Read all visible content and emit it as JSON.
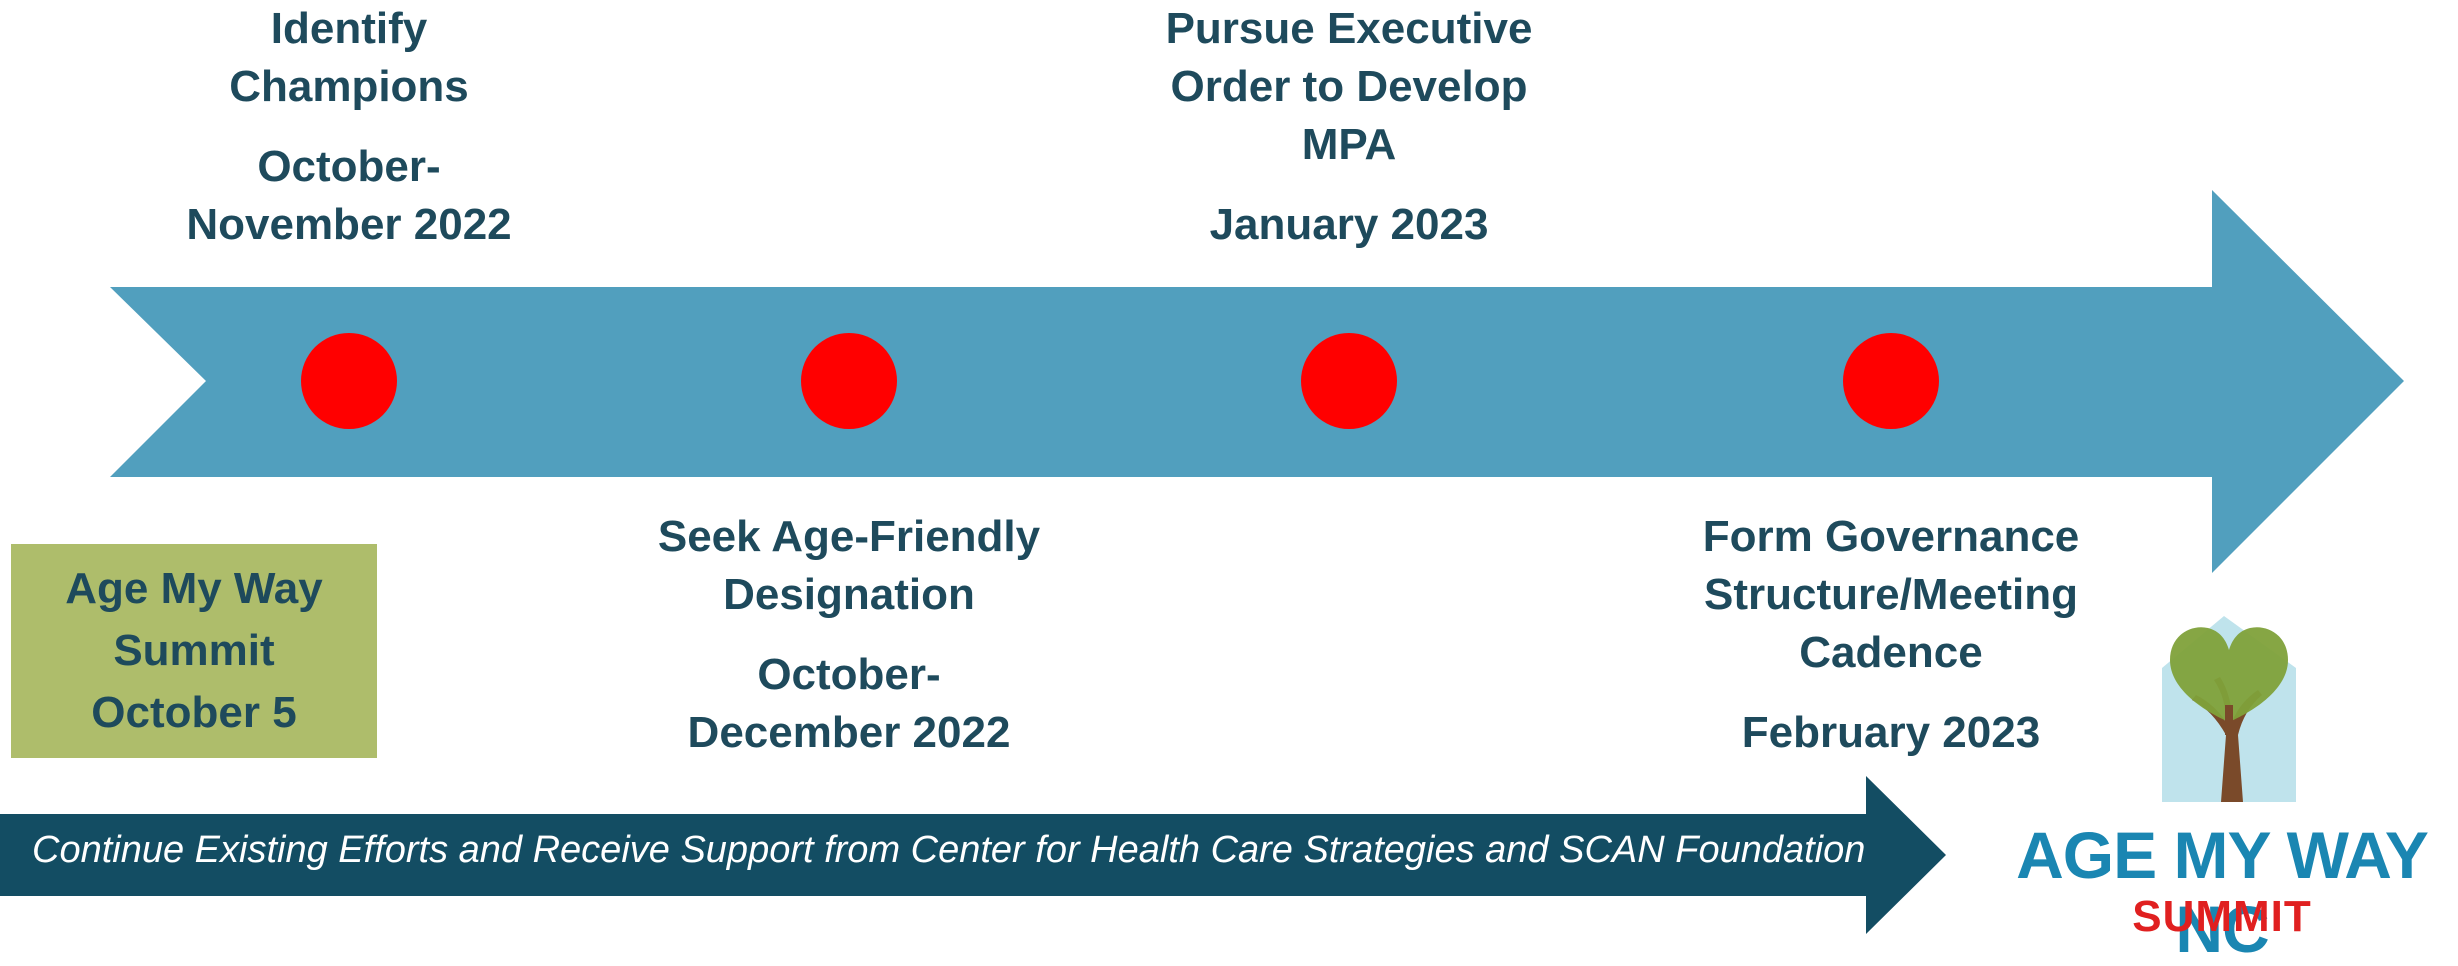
{
  "colors": {
    "timeline_arrow": "#519fbe",
    "milestone_dot": "#ff0000",
    "text": "#1e4a5c",
    "summit_box": "#aebd6b",
    "bottom_arrow": "#134d63",
    "logo_blue": "#1a86b2",
    "logo_red": "#e02020"
  },
  "milestones": [
    {
      "title": [
        "Identify",
        "Champions"
      ],
      "date": [
        "October-",
        "November 2022"
      ]
    },
    {
      "title": [
        "Seek Age-Friendly",
        "Designation"
      ],
      "date": [
        "October-",
        "December 2022"
      ]
    },
    {
      "title": [
        "Pursue Executive",
        "Order to Develop",
        "MPA"
      ],
      "date": [
        "January 2023"
      ]
    },
    {
      "title": [
        "Form Governance",
        "Structure/Meeting",
        "Cadence"
      ],
      "date": [
        "February 2023"
      ]
    }
  ],
  "summit_box": {
    "lines": [
      "Age My Way",
      "Summit",
      "October 5"
    ]
  },
  "banner": {
    "text": "Continue Existing Efforts and Receive Support from Center for Health Care Strategies and SCAN Foundation"
  },
  "logo": {
    "name": "AGE MY WAY NC",
    "sub": "SUMMIT",
    "icon": "tree-heart-icon"
  }
}
